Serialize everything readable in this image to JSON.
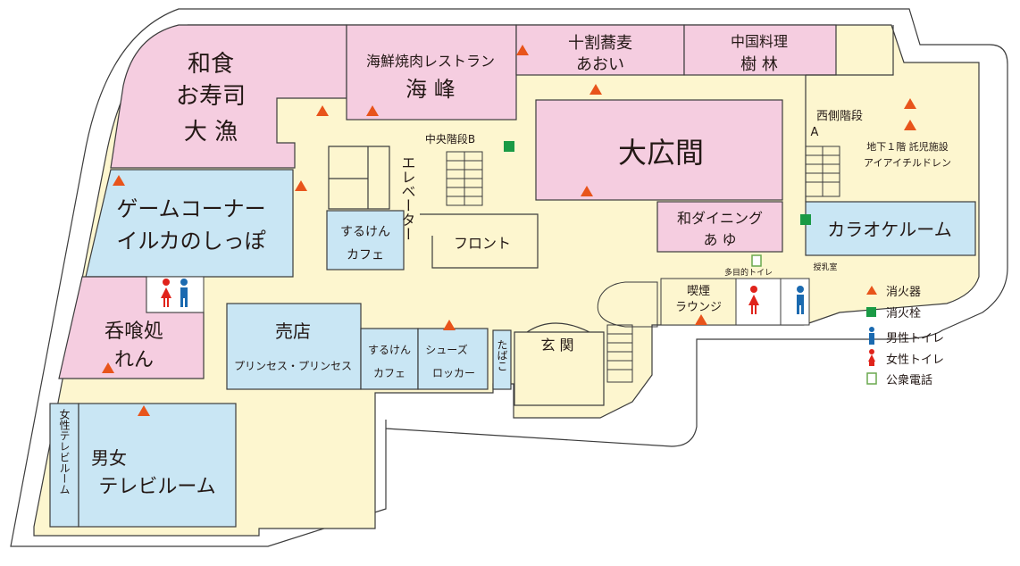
{
  "colors": {
    "floor": "#fdf6cf",
    "dining_room": "#f5cde0",
    "leisure_room": "#c9e6f4",
    "extinguisher": "#e8541b",
    "hydrant": "#1a9a45",
    "mens_toilet": "#1b6ab0",
    "womens_toilet": "#e0231b",
    "phone": "#6aa84f"
  },
  "rooms": {
    "washoku": [
      "和食",
      "お寿司",
      "大 漁"
    ],
    "kaisen_1": "海鮮焼肉レストラン",
    "kaisen_2": "海 峰",
    "soba_1": "十割蕎麦",
    "soba_2": "あおい",
    "chuka_1": "中国料理",
    "chuka_2": "樹 林",
    "daihiroma": "大広間",
    "game_1": "ゲームコーナー",
    "game_2": "イルカのしっぽ",
    "dining_1": "和ダイニング",
    "dining_2": "あ ゆ",
    "karaoke": "カラオケルーム",
    "ren_1": "呑喰処",
    "ren_2": "れん",
    "shop_1": "売店",
    "shop_2": "プリンセス・プリンセス",
    "cafe_top_1": "するけん",
    "cafe_top_2": "カフェ",
    "cafe_bottom_1": "するけん",
    "cafe_bottom_2": "カフェ",
    "locker_1": "シューズ",
    "locker_2": "ロッカー",
    "tobacco": "たばこ",
    "entrance": "玄 関",
    "smoking_1": "喫煙",
    "smoking_2": "ラウンジ",
    "tv_women": "女性テレビルーム",
    "tv_mixed_1": "男女",
    "tv_mixed_2": "テレビルーム",
    "elevator": "エレベーター",
    "front": "フロント",
    "stair_b": "中央階段B",
    "stair_a_1": "西側階段",
    "stair_a_2": "A",
    "childcare_1": "地下１階 託児施設",
    "childcare_2": "アイアイチルドレン",
    "multipurpose_toilet": "多目的トイレ",
    "nursing_room": "授乳室"
  },
  "legend": {
    "items": [
      {
        "icon": "fire-extinguisher-icon",
        "label": "消火器",
        "color": "#e0231b"
      },
      {
        "icon": "fire-hydrant-icon",
        "label": "消火栓",
        "color": "#1a9a45"
      },
      {
        "icon": "mens-toilet-icon",
        "label": "男性トイレ",
        "color": "#1b6ab0"
      },
      {
        "icon": "womens-toilet-icon",
        "label": "女性トイレ",
        "color": "#e0231b"
      },
      {
        "icon": "public-phone-icon",
        "label": "公衆電話",
        "color": "#231815"
      }
    ]
  }
}
